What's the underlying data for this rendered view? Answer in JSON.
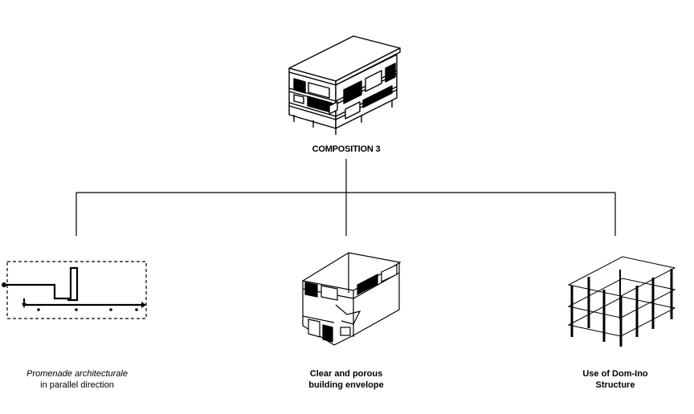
{
  "root": {
    "title": "COMPOSITION 3"
  },
  "branches": [
    {
      "line1": "Promenade architecturale",
      "line2": "in parallel direction"
    },
    {
      "line1": "Clear and porous",
      "line2": "building envelope"
    },
    {
      "line1": "Use of Dom-Ino",
      "line2": "Structure"
    }
  ],
  "colors": {
    "ink": "#000000",
    "background": "#ffffff"
  }
}
